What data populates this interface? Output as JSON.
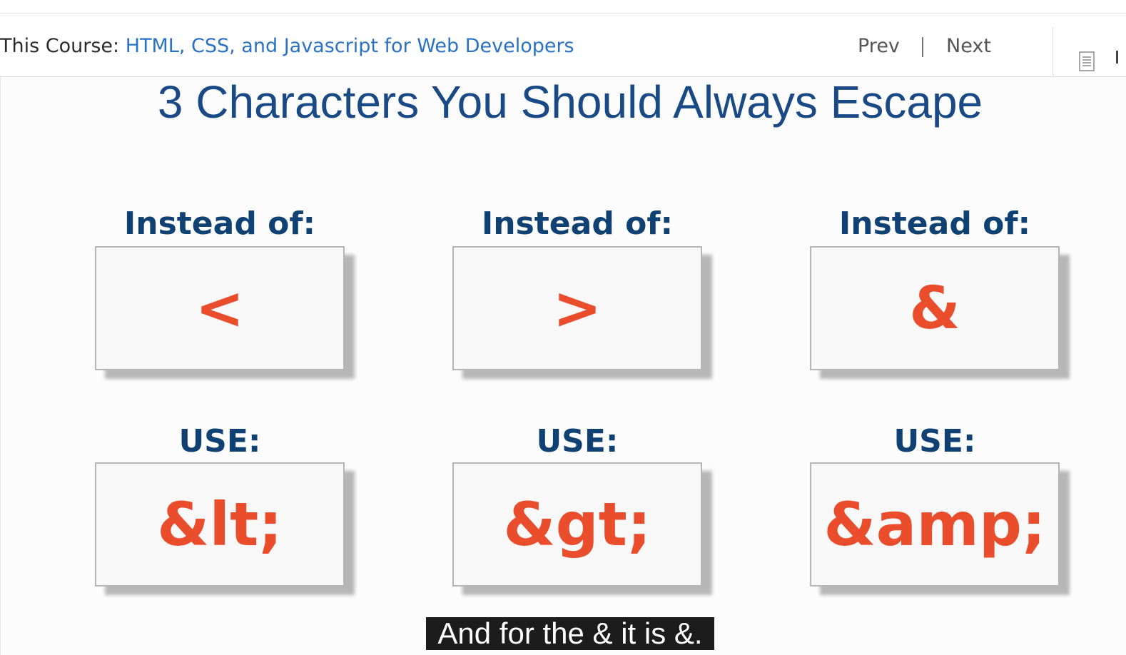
{
  "course_bar": {
    "label": "This Course:",
    "course_title": "HTML, CSS, and Javascript for Web Developers",
    "prev_label": "Prev",
    "next_label": "Next",
    "side_icon": "document-icon",
    "link_color": "#2a72c3"
  },
  "slide": {
    "title": "3 Characters You Should Always Escape",
    "title_color": "#1a4a86",
    "heading_color": "#0f4272",
    "accent_color": "#ea4d2c",
    "columns": [
      {
        "instead_label": "Instead of:",
        "character": "<",
        "use_label": "USE:",
        "entity": "&lt;"
      },
      {
        "instead_label": "Instead of:",
        "character": ">",
        "use_label": "USE:",
        "entity": "&gt;"
      },
      {
        "instead_label": "Instead of:",
        "character": "&",
        "use_label": "USE:",
        "entity": "&amp;"
      }
    ]
  },
  "caption": {
    "text": "And for the & it is &."
  }
}
